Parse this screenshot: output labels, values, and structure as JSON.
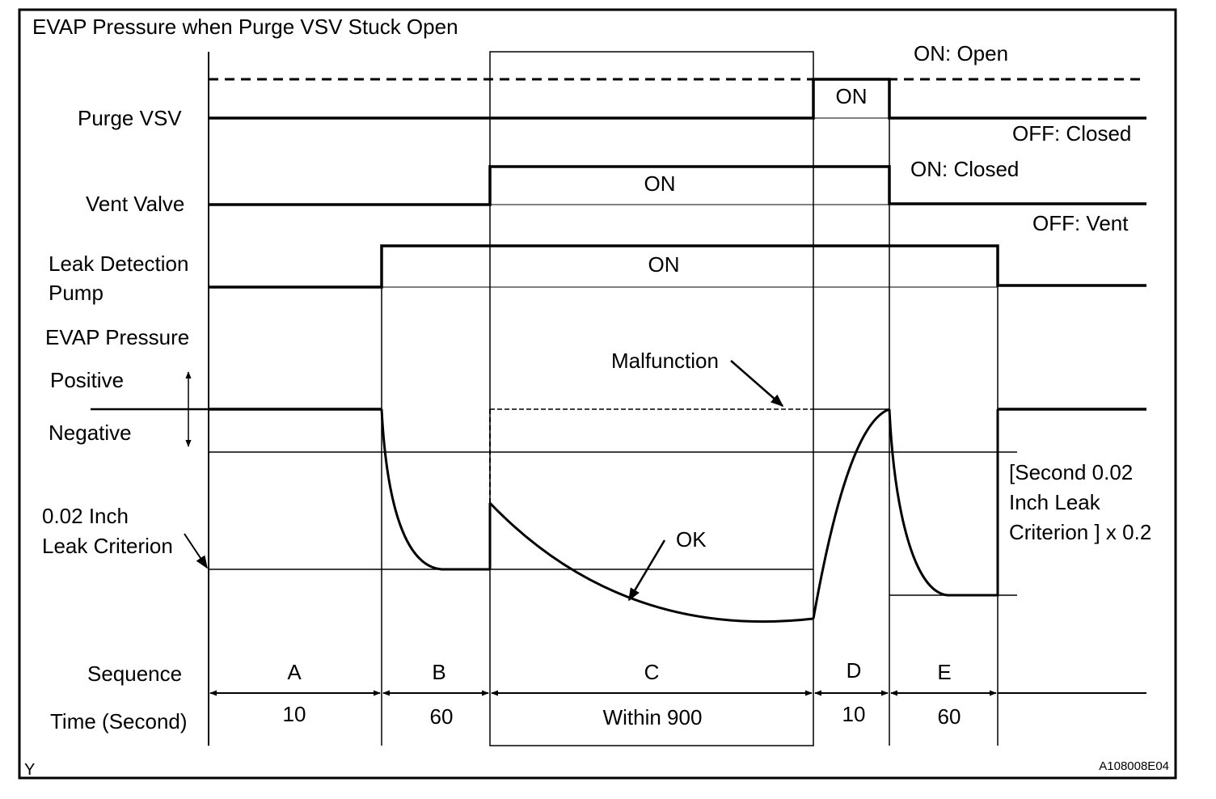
{
  "title": "EVAP Pressure when Purge VSV Stuck Open",
  "signals": {
    "purge_vsv": "Purge VSV",
    "vent_valve": "Vent Valve",
    "pump_line1": "Leak Detection",
    "pump_line2": "Pump",
    "evap_pressure": "EVAP Pressure",
    "positive": "Positive",
    "negative": "Negative",
    "criterion_line1": "0.02 Inch",
    "criterion_line2": "Leak Criterion",
    "sequence": "Sequence",
    "time": "Time (Second)"
  },
  "states": {
    "purge_on": "ON: Open",
    "purge_off": "OFF: Closed",
    "purge_pulse": "ON",
    "vent_on": "ON: Closed",
    "vent_off": "OFF: Vent",
    "vent_pulse": "ON",
    "pump_pulse": "ON"
  },
  "annotations": {
    "malfunction": "Malfunction",
    "ok": "OK",
    "second_line1": "[Second 0.02",
    "second_line2": "Inch Leak",
    "second_line3": "Criterion ] x 0.2"
  },
  "sequence": [
    {
      "label": "A",
      "time": "10"
    },
    {
      "label": "B",
      "time": "60"
    },
    {
      "label": "C",
      "time": "Within 900"
    },
    {
      "label": "D",
      "time": "10"
    },
    {
      "label": "E",
      "time": "60"
    }
  ],
  "footer": {
    "corner_mark": "Y",
    "figure_id": "A108008E04"
  }
}
